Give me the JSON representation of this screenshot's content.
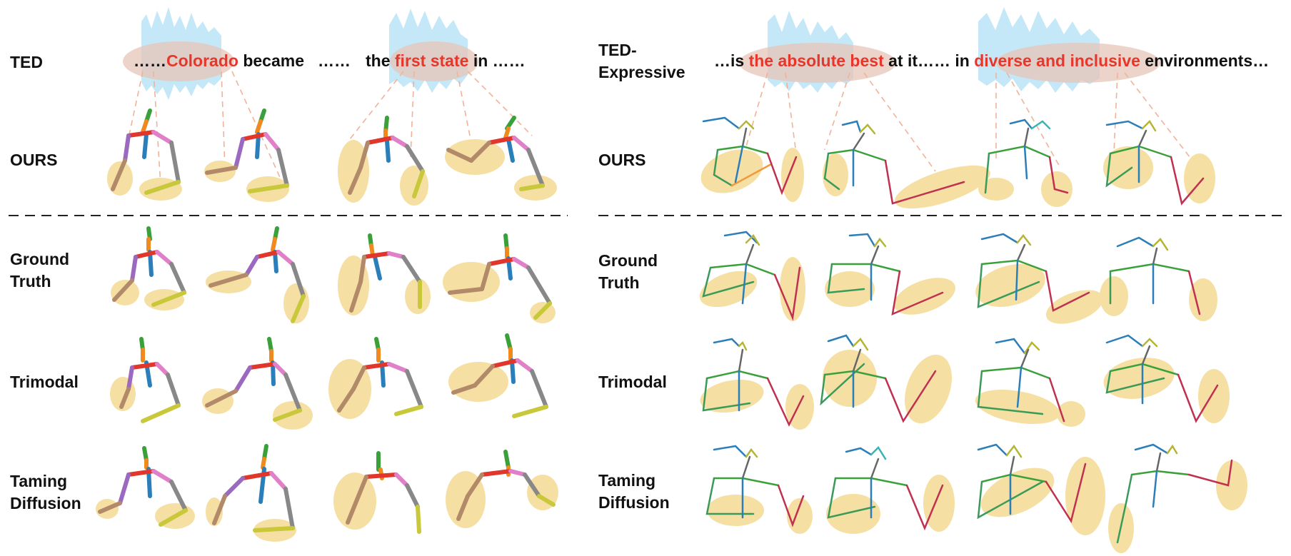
{
  "left": {
    "dataset": "TED",
    "sentence": [
      {
        "text": "……",
        "hl": false
      },
      {
        "text": "Colorado",
        "hl": true
      },
      {
        "text": " became",
        "hl": false
      }
    ],
    "ellipsis_mid": "……",
    "sentence2": [
      {
        "text": "the ",
        "hl": false
      },
      {
        "text": "first state",
        "hl": true
      },
      {
        "text": " in ……",
        "hl": false
      }
    ]
  },
  "right": {
    "dataset_line1": "TED-",
    "dataset_line2": "Expressive",
    "sentence": [
      {
        "text": "…is ",
        "hl": false
      },
      {
        "text": "the absolute best",
        "hl": true
      },
      {
        "text": " at it…… in ",
        "hl": false
      },
      {
        "text": "diverse and inclusive",
        "hl": true
      },
      {
        "text": " environments…",
        "hl": false
      }
    ]
  },
  "rows": {
    "ours": "OURS",
    "gt_line1": "Ground",
    "gt_line2": "Truth",
    "trimodal": "Trimodal",
    "taming_line1": "Taming",
    "taming_line2": "Diffusion"
  },
  "colors": {
    "highlight_text": "#e8362b",
    "ellipse_fill": "#f5dfa3",
    "audio_wave": "#bfe6f7"
  }
}
